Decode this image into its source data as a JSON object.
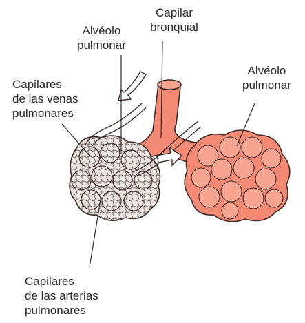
{
  "labels": {
    "capilar_bronquial": [
      "Capilar",
      "bronquial"
    ],
    "alveolo_pulmonar_top": [
      "Alvéolo",
      "pulmonar"
    ],
    "alveolo_pulmonar_right": [
      "Alvéolo",
      "pulmonar"
    ],
    "capilares_venas": [
      "Capilares",
      "de las venas",
      "pulmonares"
    ],
    "capilares_arterias": [
      "Capilares",
      "de las arterias",
      "pulmonares"
    ]
  },
  "colors": {
    "tissue": "#f48a73",
    "tissue_light": "#f7a590",
    "outline": "#3a2a28",
    "capillary_net": "#5b5552",
    "lung_fill": "#ede4e0"
  },
  "icons": [
    "arrow-in-icon",
    "arrow-out-icon"
  ]
}
